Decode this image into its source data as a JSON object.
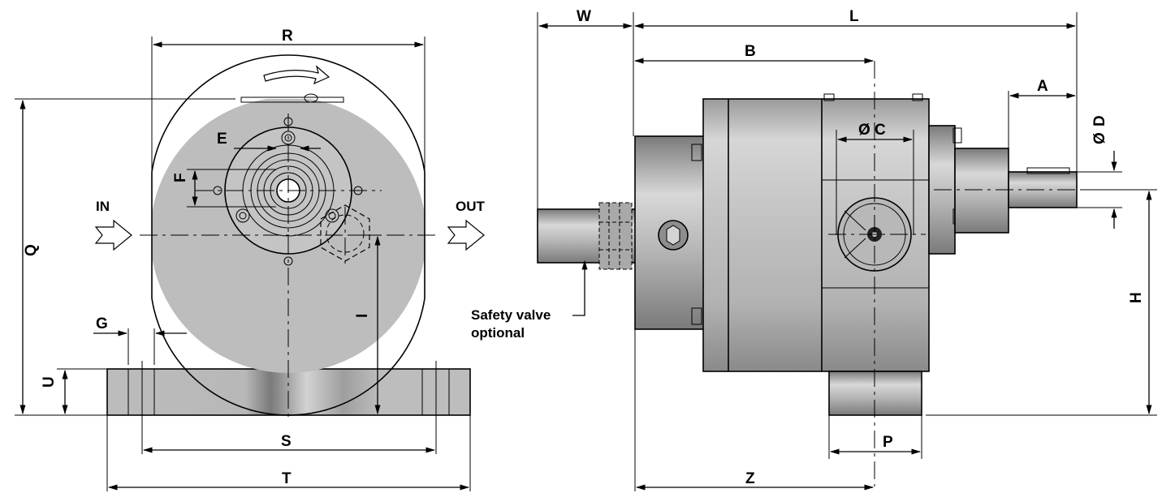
{
  "labels": {
    "R": "R",
    "E": "E",
    "F": "F",
    "IN": "IN",
    "OUT": "OUT",
    "Q": "Q",
    "G": "G",
    "U": "U",
    "I": "I",
    "S": "S",
    "T": "T",
    "W": "W",
    "L": "L",
    "B": "B",
    "C": "C",
    "D": "D",
    "A": "A",
    "H": "H",
    "P": "P",
    "Z": "Z",
    "safety_line1": "Safety valve",
    "safety_line2": "optional",
    "diameter_symbol": "Ø"
  },
  "colors": {
    "body_grey": "#bdbdbd",
    "body_light": "#dcdcdc",
    "body_dark": "#7d7d7d",
    "line": "#000000",
    "background": "#ffffff"
  }
}
